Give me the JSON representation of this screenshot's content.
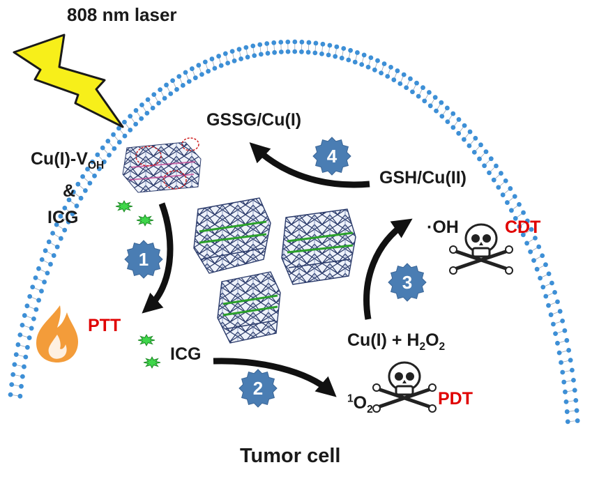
{
  "laser_label": "808 nm laser",
  "cell_label": "Tumor cell",
  "labels": {
    "cu_voh_main": "Cu(I)-V",
    "cu_voh_sub": "OH",
    "ampersand": "&",
    "icg_top": "ICG",
    "icg_bottom": "ICG",
    "ptt": "PTT",
    "gssg": "GSSG/Cu(I)",
    "gsh": "GSH/Cu(II)",
    "oh": "·OH",
    "cdt": "CDT",
    "cu_h2o2_a": "Cu(I) + H",
    "cu_h2o2_sub1": "2",
    "cu_h2o2_b": "O",
    "cu_h2o2_sub2": "2",
    "singlet_sup": "1",
    "singlet_main": "O",
    "singlet_sub": "2",
    "pdt": "PDT"
  },
  "steps": [
    "1",
    "2",
    "3",
    "4"
  ],
  "colors": {
    "membrane": "#3d8fd6",
    "badge": "#4a7db3",
    "icg": "#3fd64a",
    "fire": "#f39c3a",
    "bolt": "#f7ef1a",
    "therapy": "#e00000",
    "mof_edge": "#2a3a6a",
    "mof_link": "#2aa02a"
  }
}
